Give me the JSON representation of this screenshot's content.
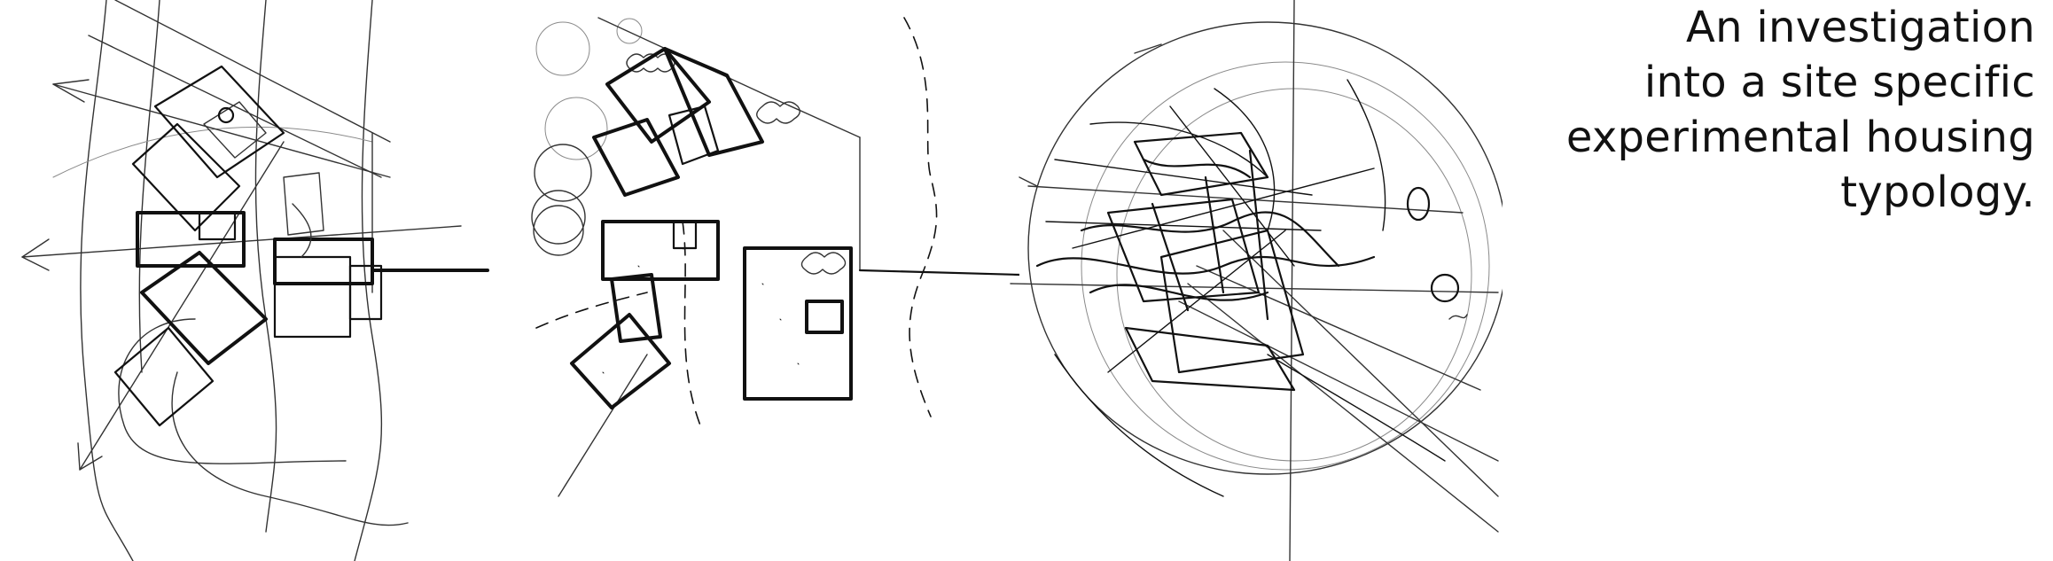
{
  "heading": {
    "lines": [
      "An investigation",
      "into a site specific",
      "experimental housing",
      "typology."
    ]
  },
  "sketches": [
    {
      "label": "site-plan-sketch-1"
    },
    {
      "label": "site-plan-sketch-2"
    },
    {
      "label": "concept-scribble-sketch"
    }
  ]
}
